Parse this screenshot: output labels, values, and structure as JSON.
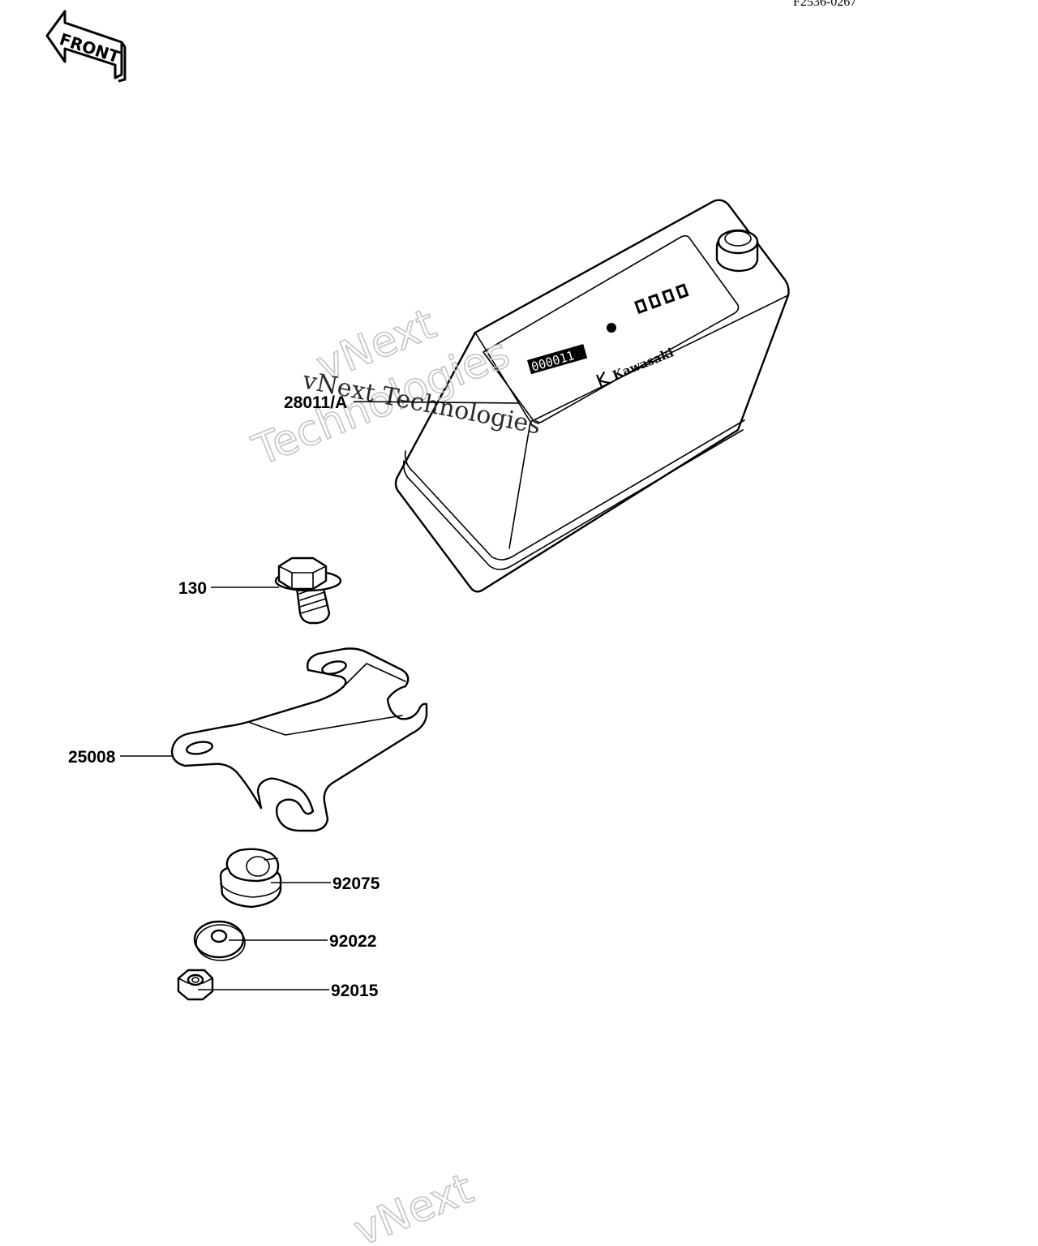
{
  "figure_code": "F2536-0267",
  "front_badge": "FRONT",
  "watermark": {
    "line1": "vNext",
    "line2": "Technologies",
    "inline": "vNext Technologies",
    "bottom_partial": "vNext"
  },
  "meter_brand": "Kawasaki",
  "meter_counter": "000011",
  "callouts": [
    {
      "id": "hour-meter",
      "label": "28011/A"
    },
    {
      "id": "bolt",
      "label": "130"
    },
    {
      "id": "bracket",
      "label": "25008"
    },
    {
      "id": "grommet",
      "label": "92075"
    },
    {
      "id": "washer",
      "label": "92022"
    },
    {
      "id": "nut",
      "label": "92015"
    }
  ]
}
